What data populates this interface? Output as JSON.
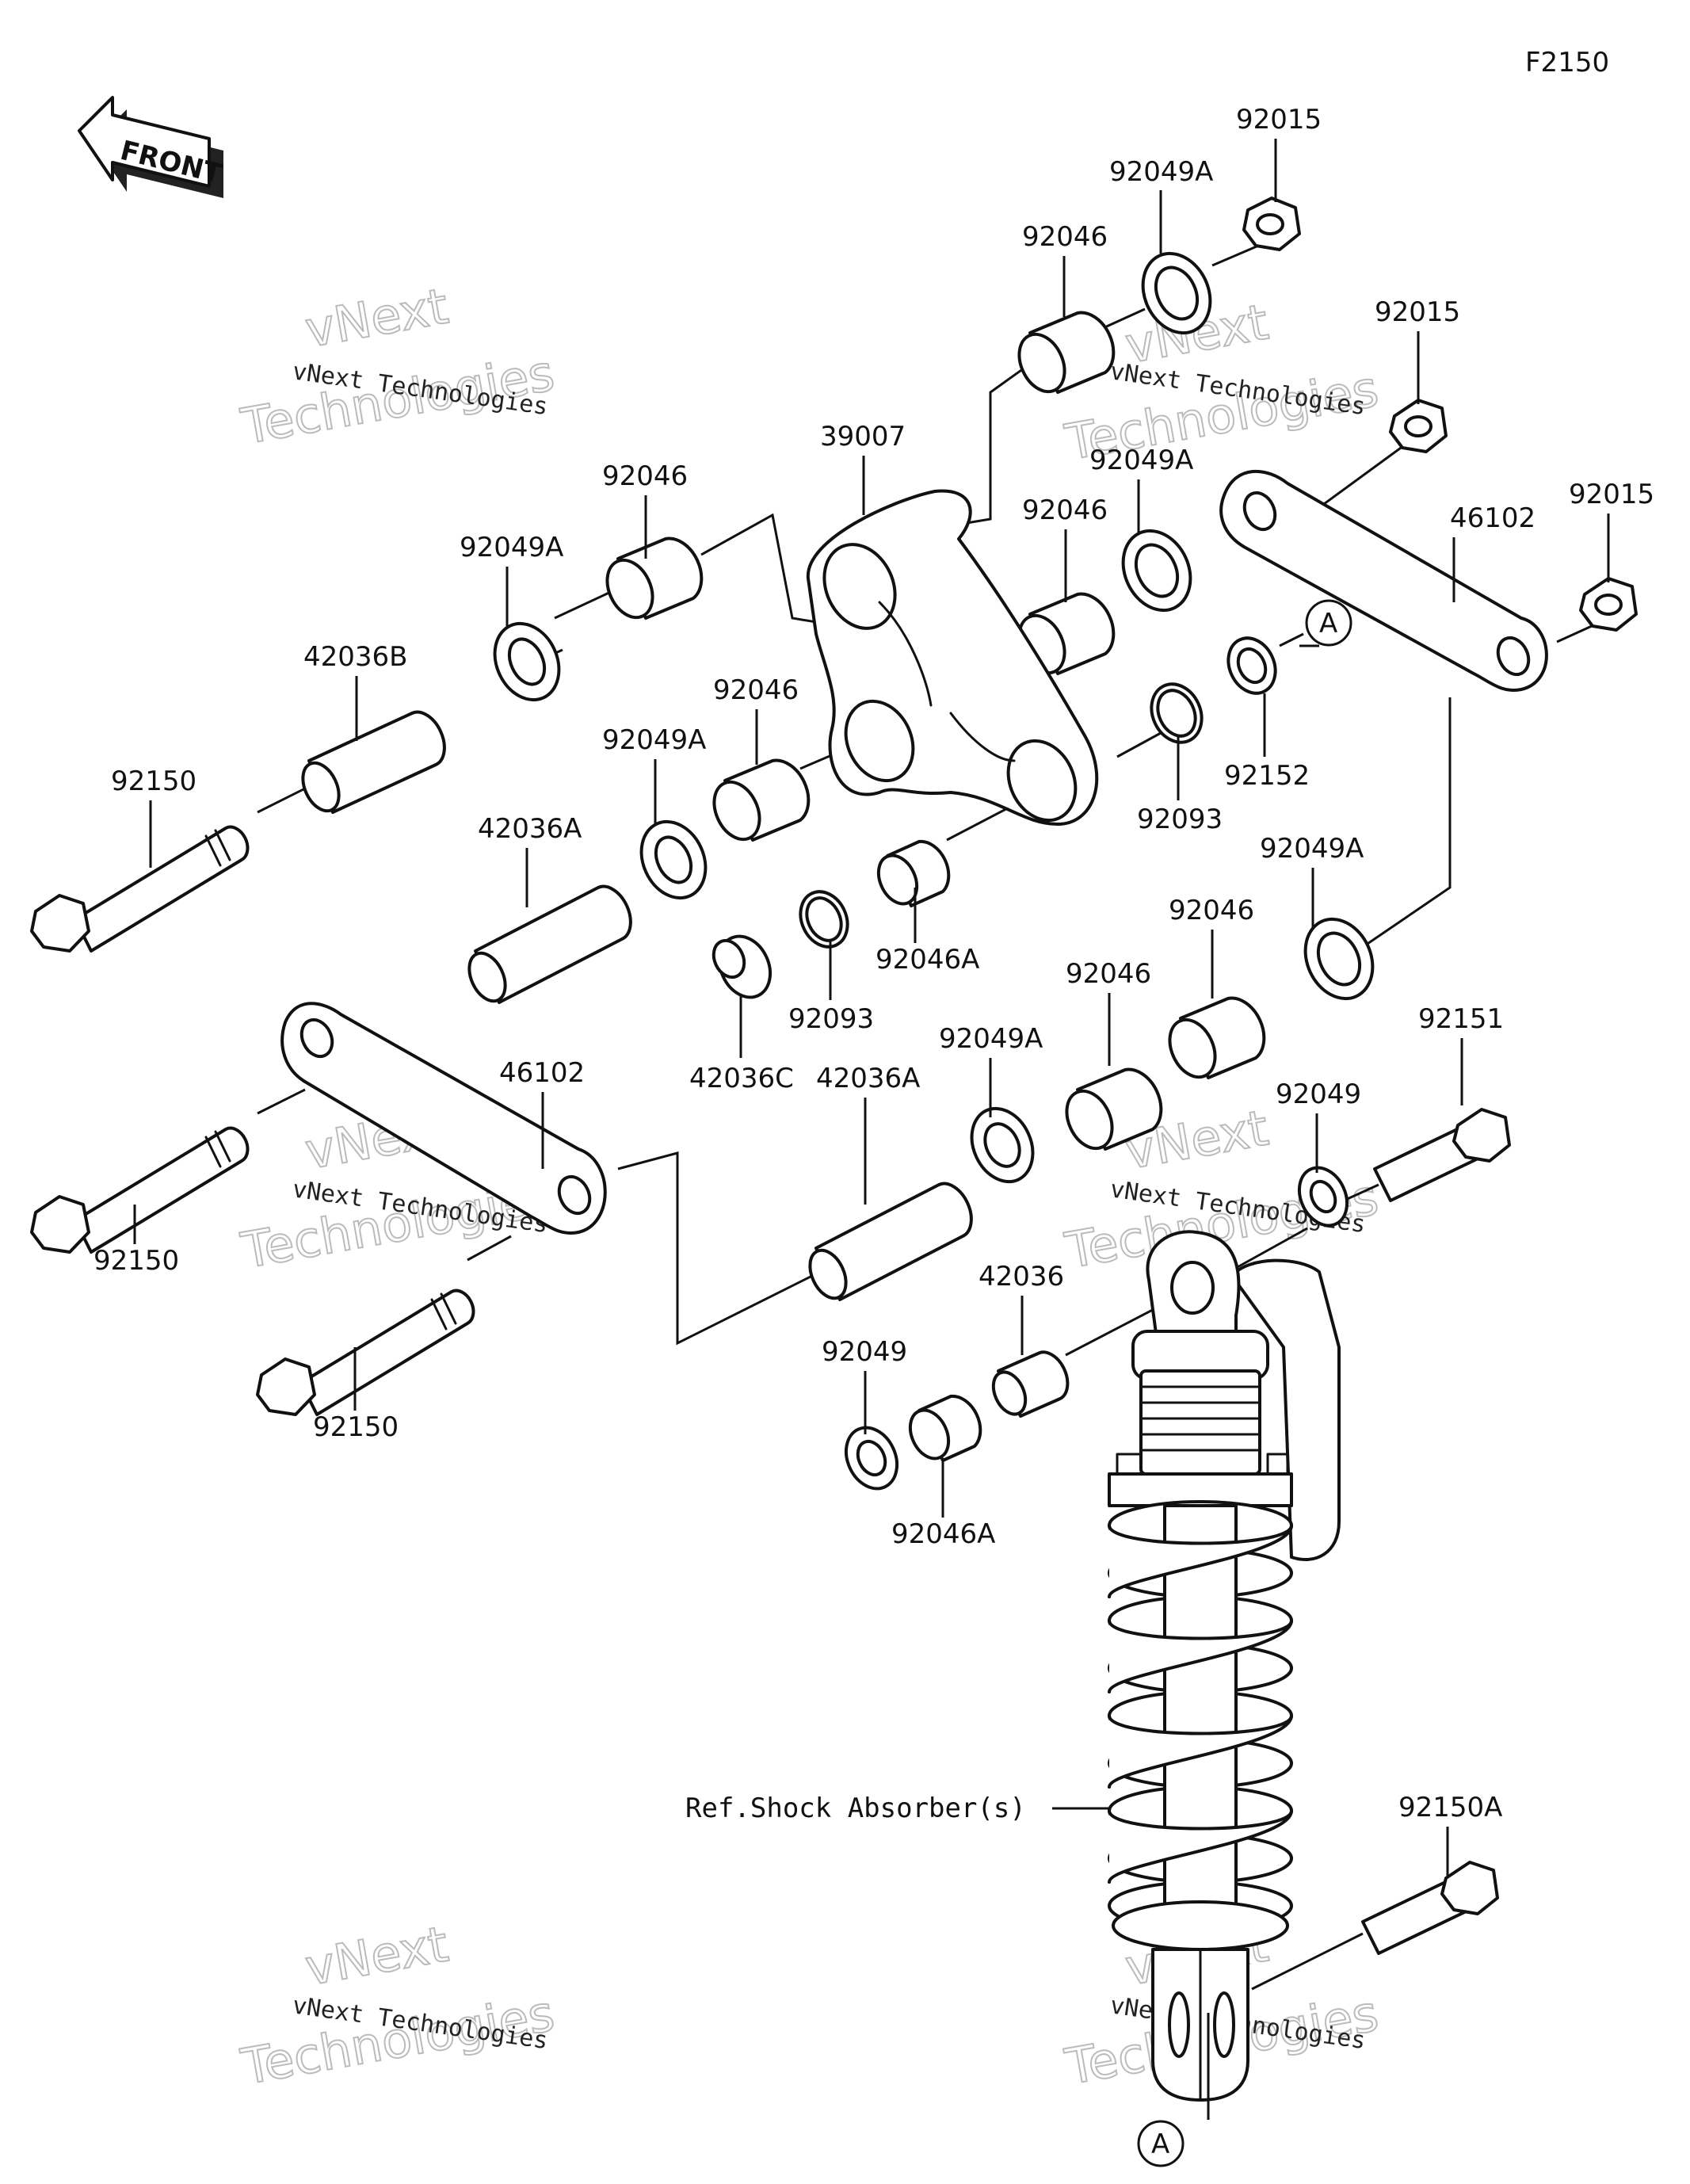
{
  "diagram_id": "F2150",
  "front_label": "FRONT",
  "watermark": {
    "line1": "vNext Technologies",
    "line2": "vNext",
    "line3": "Technologies"
  },
  "parts": {
    "p92015_a": "92015",
    "p92049A_a": "92049A",
    "p92046_a": "92046",
    "p92015_b": "92015",
    "p92015_c": "92015",
    "p39007": "39007",
    "p92049A_b": "92049A",
    "p46102_a": "46102",
    "p92046_b": "92046",
    "p92046_c": "92046",
    "p92049A_c": "92049A",
    "p42036B": "42036B",
    "p92046_d": "92046",
    "p92049A_d": "92049A",
    "p92152": "92152",
    "p92093_a": "92093",
    "p92150_a": "92150",
    "p42036A_a": "42036A",
    "p92049A_e": "92049A",
    "p92046_e": "92046",
    "p92046A_a": "92046A",
    "p92093_b": "92093",
    "p42036C": "42036C",
    "p92046_f": "92046",
    "p92049A_f": "92049A",
    "p92151": "92151",
    "p46102_b": "46102",
    "p42036A_b": "42036A",
    "p92049_a": "92049",
    "p92150_b": "92150",
    "p42036": "42036",
    "p92049_b": "92049",
    "p92150_c": "92150",
    "p92046A_b": "92046A",
    "p92150A": "92150A"
  },
  "ref_label": "Ref.Shock Absorber(s)",
  "callout_a": "A"
}
